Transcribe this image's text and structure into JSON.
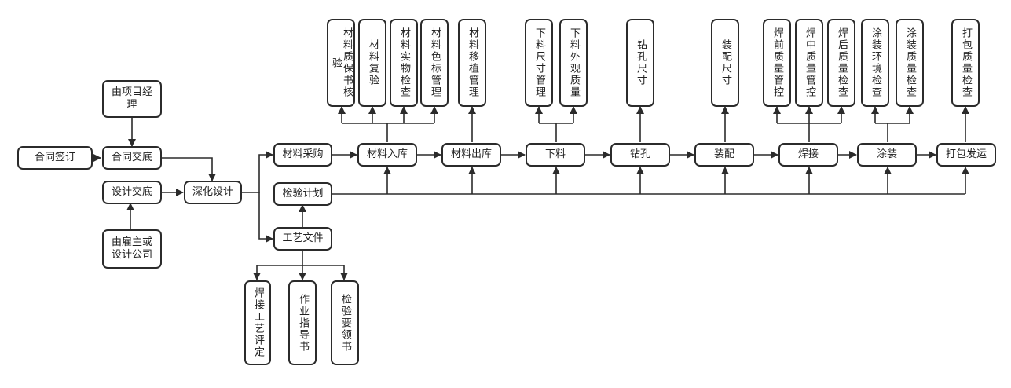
{
  "nodes": {
    "contract_signing": "合同签订",
    "pm_note": "由项目经理",
    "contract_handover": "合同交底",
    "design_handover": "设计交底",
    "owner_note": "由雇主或设计公司",
    "detailed_design": "深化设计",
    "material_purchase": "材料采购",
    "inspection_plan": "检验计划",
    "process_docs": "工艺文件",
    "welding_procedure_qual": "焊接工艺评定",
    "work_instruction": "作业指导书",
    "inspection_guide": "检验要领书",
    "material_inbound": "材料入库",
    "material_outbound": "材料出库",
    "cutting": "下料",
    "drilling": "钻孔",
    "assembly": "装配",
    "welding": "焊接",
    "coating": "涂装",
    "packing_shipping": "打包发运",
    "mat_cert_check": "材料质保书核验",
    "mat_retest": "材料复验",
    "mat_physical_check": "材料实物检查",
    "mat_color_mgmt": "材料色标管理",
    "mat_transplant_mgmt": "材料移植管理",
    "cut_dim_mgmt": "下料尺寸管理",
    "cut_appearance_quality": "下料外观质量",
    "hole_dim": "钻孔尺寸",
    "assembly_dim": "装配尺寸",
    "pre_weld_qc": "焊前质量管控",
    "in_weld_qc": "焊中质量管控",
    "post_weld_check": "焊后质量检查",
    "coating_env_check": "涂装环境检查",
    "coating_quality_check": "涂装质量检查",
    "pack_quality_check": "打包质量检查"
  }
}
